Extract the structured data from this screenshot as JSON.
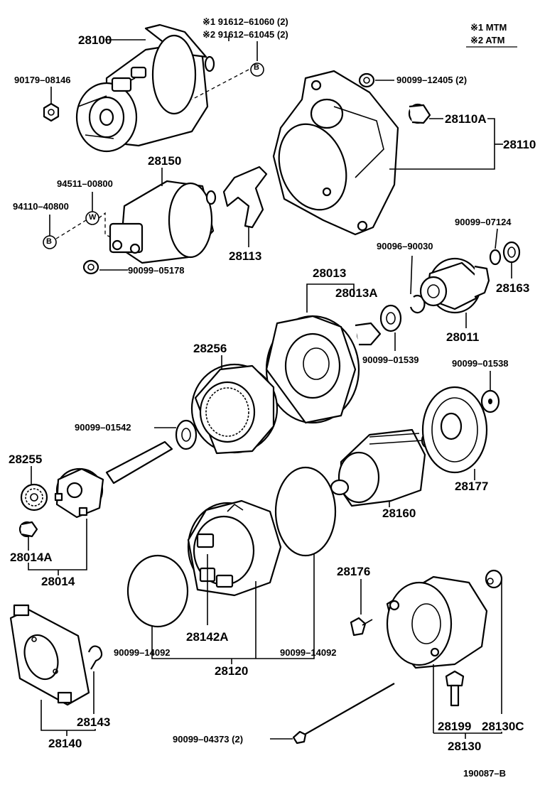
{
  "legend": {
    "mtm": "※1 MTM",
    "atm": "※2 ATM"
  },
  "figure_code": "190087–B",
  "circle_labels": {
    "b_top": "B",
    "b_left": "B",
    "w": "W"
  },
  "labels": {
    "p28100": "28100",
    "p91612_61060": "※1 91612–61060 (2)",
    "p91612_61045": "※2 91612–61045 (2)",
    "p90179_08146": "90179–08146",
    "p90099_12405": "90099–12405 (2)",
    "p28110A": "28110A",
    "p28110": "28110",
    "p28150": "28150",
    "p94511_00800": "94511–00800",
    "p94110_40800": "94110–40800",
    "p28113": "28113",
    "p90099_05178": "90099–05178",
    "p90099_07124": "90099–07124",
    "p90096_90030": "90096–90030",
    "p28163": "28163",
    "p28013": "28013",
    "p28013A": "28013A",
    "p28011": "28011",
    "p28256": "28256",
    "p90099_01539": "90099–01539",
    "p90099_01538": "90099–01538",
    "p90099_01542": "90099–01542",
    "p28255": "28255",
    "p28160": "28160",
    "p28177": "28177",
    "p28014A": "28014A",
    "p28014": "28014",
    "p28176": "28176",
    "p90099_14092_l": "90099–14092",
    "p28142A": "28142A",
    "p90099_14092_r": "90099–14092",
    "p28120": "28120",
    "p28143": "28143",
    "p28140": "28140",
    "p90099_04373": "90099–04373 (2)",
    "p28199": "28199",
    "p28130C": "28130C",
    "p28130": "28130"
  }
}
